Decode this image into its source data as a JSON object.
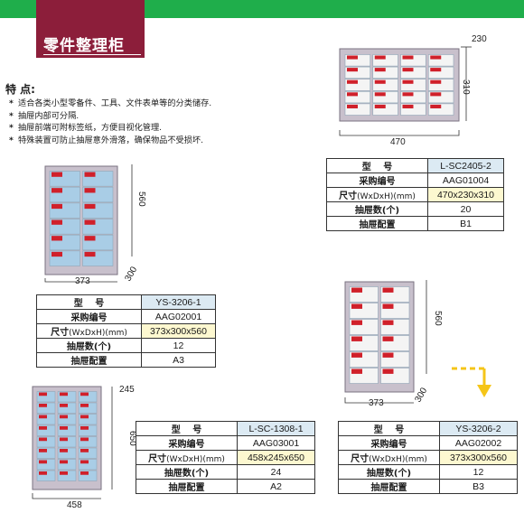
{
  "header": {
    "title": "零件整理柜"
  },
  "features": {
    "title": "特  点:",
    "items": [
      "适合各类小型零备件、工具、文件表单等的分类储存.",
      "抽屉内部可分隔.",
      "抽屉前端可附标签纸，方便目视化管理.",
      "特殊装置可防止抽屉意外滑落，确保物品不受损坏."
    ]
  },
  "labels": {
    "model": "型　 号",
    "code": "采购编号",
    "size_main": "尺寸",
    "size_unit": "(WxDxH)(mm)",
    "count": "抽屉数(个)",
    "config": "抽屉配置"
  },
  "products": [
    {
      "model": "L-SC2405-2",
      "code": "AAG01004",
      "size": "470x230x310",
      "drawers": "20",
      "config": "B1",
      "dims": {
        "w": "470",
        "d": "230",
        "h": "310"
      }
    },
    {
      "model": "YS-3206-1",
      "code": "AAG02001",
      "size": "373x300x560",
      "drawers": "12",
      "config": "A3",
      "dims": {
        "w": "373",
        "d": "300",
        "h": "560"
      }
    },
    {
      "model": "L-SC-1308-1",
      "code": "AAG03001",
      "size": "458x245x650",
      "drawers": "24",
      "config": "A2",
      "dims": {
        "w": "458",
        "d": "245",
        "h": "650"
      }
    },
    {
      "model": "YS-3206-2",
      "code": "AAG02002",
      "size": "373x300x560",
      "drawers": "12",
      "config": "B3",
      "dims": {
        "w": "373",
        "d": "300",
        "h": "560"
      }
    }
  ],
  "colors": {
    "top_bar": "#1fae4b",
    "title_block": "#8c1e3a",
    "cabinet": "#c8c0cc",
    "drawer_blue": "#a9cde6",
    "drawer_white": "#f4f4f4",
    "label_red": "#d0202a",
    "arrow": "#f5c518"
  }
}
